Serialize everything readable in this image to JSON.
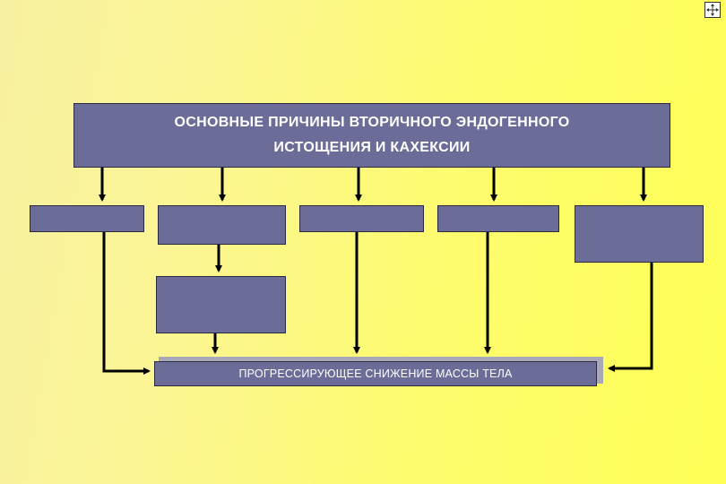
{
  "diagram": {
    "title_lines": [
      "ОСНОВНЫЕ  ПРИЧИНЫ  ВТОРИЧНОГО  ЭНДОГЕННОГО",
      "ИСТОЩЕНИЯ  И  КАХЕКСИИ"
    ],
    "result": "ПРОГРЕССИРУЮЩЕЕ  СНИЖЕНИЕ  МАССЫ  ТЕЛА",
    "cause_boxes": 5,
    "box_color": "#6b6c98",
    "background_color": "#fefe55"
  },
  "nav_icon": "move-arrows-icon"
}
